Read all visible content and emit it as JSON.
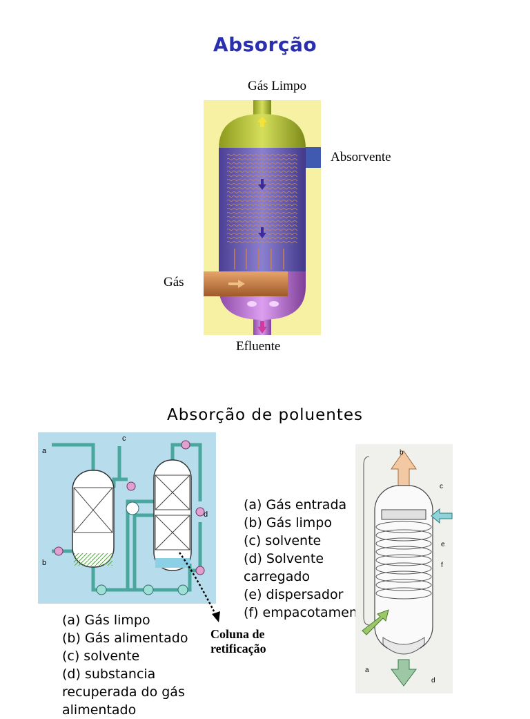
{
  "page": {
    "title": "Absorção",
    "subtitle": "Absorção de poluentes"
  },
  "top_diagram": {
    "label_top": "Gás Limpo",
    "label_right": "Absorvente",
    "label_left": "Gás",
    "label_bottom": "Efluente"
  },
  "left_diagram": {
    "letters": [
      "a",
      "b",
      "c",
      "d"
    ],
    "legend": [
      "(a) Gás limpo",
      "(b) Gás alimentado",
      "(c) solvente",
      "(d) substancia",
      "recuperada do gás",
      "alimentado"
    ]
  },
  "callout": {
    "line1": "Coluna de",
    "line2": "retificação"
  },
  "right_diagram": {
    "letters": [
      "a",
      "b",
      "c",
      "d",
      "e",
      "f"
    ],
    "legend": [
      "(a) Gás entrada",
      "(b) Gás limpo",
      "(c) solvente",
      "(d) Solvente",
      "carregado",
      "(e) dispersador",
      "(f) empacotamento"
    ]
  },
  "colors": {
    "title": "#2a2fb0",
    "column_top": "#b8c23a",
    "column_body": "#6f63b8",
    "column_bottom": "#c37fd6",
    "panel_bg": "#f7f1a4",
    "schematic_bg": "#b7dcec"
  }
}
